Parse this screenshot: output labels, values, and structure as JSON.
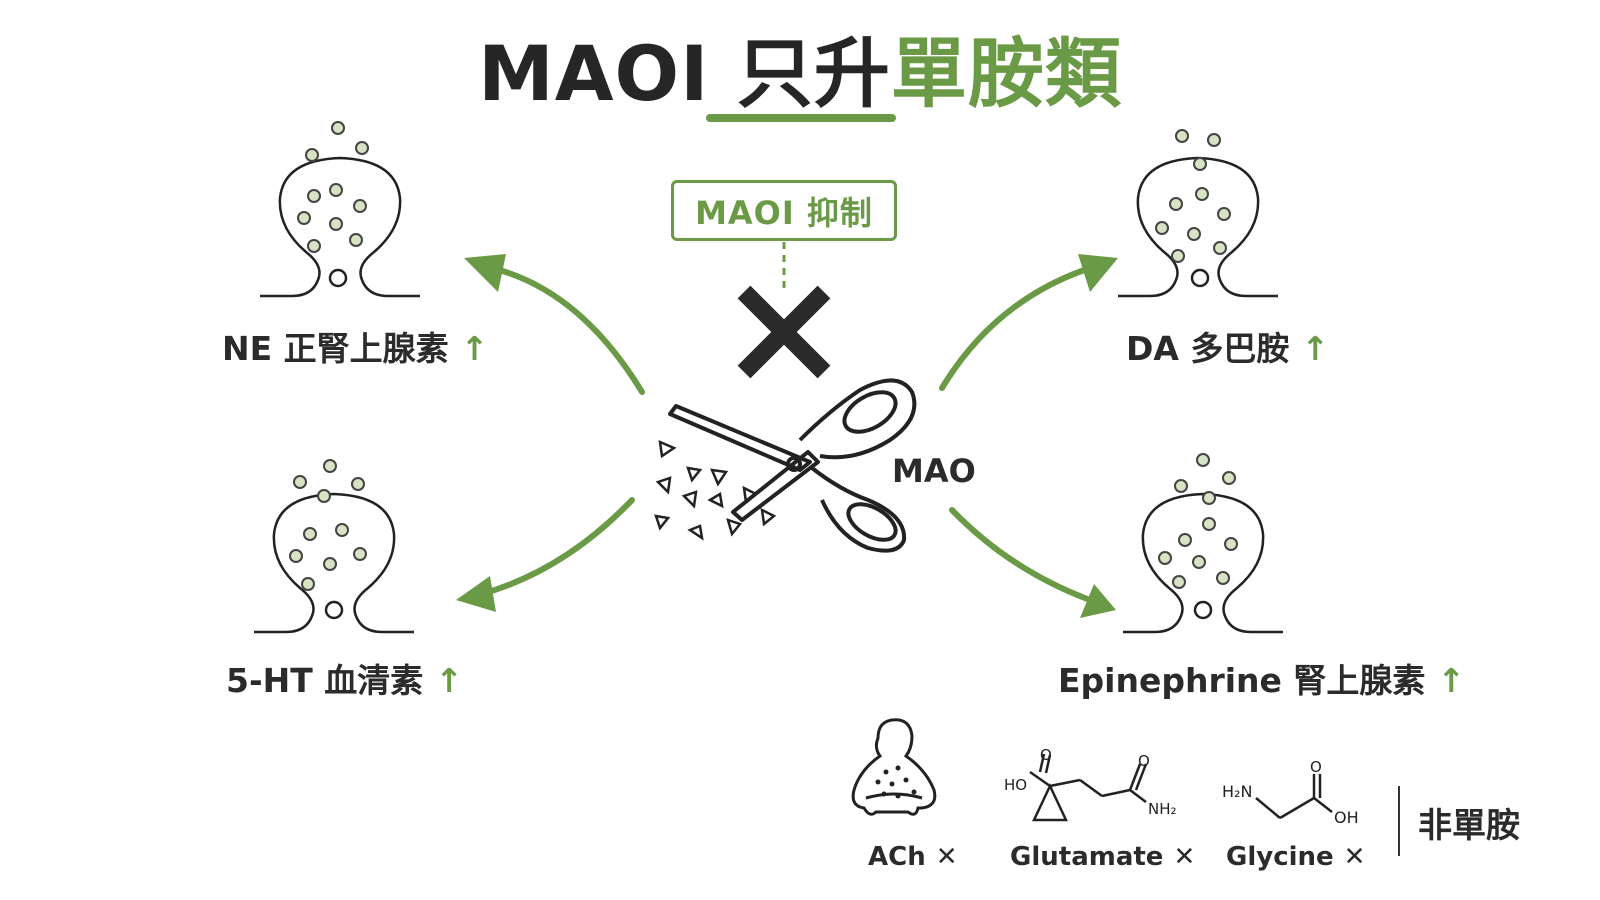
{
  "title": {
    "part1": "MAOI 只升",
    "part2": "單胺類"
  },
  "inhibit_box": "MAOI 抑制",
  "enzyme": "MAO",
  "up_arrow": "↑",
  "neurotransmitters": {
    "ne": "NE 正腎上腺素",
    "da": "DA 多巴胺",
    "ht": "5-HT 血清素",
    "epi": "Epinephrine 腎上腺素"
  },
  "non_monoamines": {
    "ach": "ACh",
    "glutamate": "Glutamate",
    "glycine": "Glycine",
    "x_mark": "✕",
    "label": "非單胺",
    "chem": {
      "ho": "HO",
      "o": "O",
      "nh2": "NH₂",
      "h2n": "H₂N",
      "oh": "OH"
    }
  },
  "colors": {
    "accent": "#6a9a45",
    "dark": "#262626",
    "vesicle_dot": "#d6e3c4"
  }
}
